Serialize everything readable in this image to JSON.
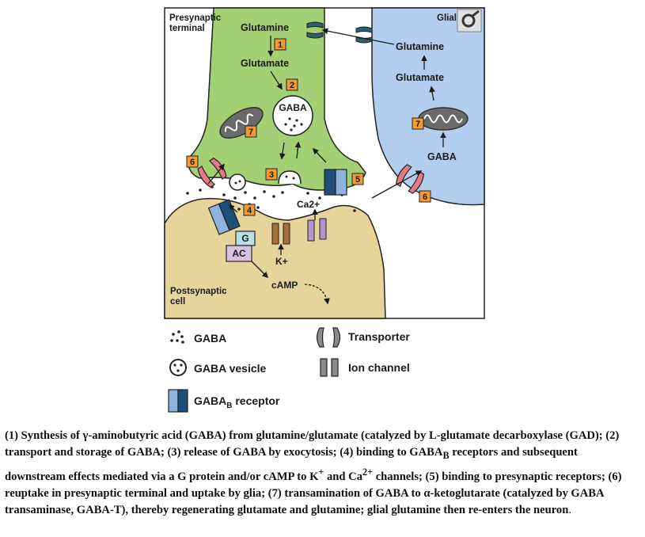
{
  "regions": {
    "presynaptic": "Presynaptic\nterminal",
    "glial": "Glial",
    "postsynaptic": "Postsynaptic\ncell"
  },
  "labels": {
    "glutamine_pre": "Glutamine",
    "glutamate_pre": "Glutamate",
    "gaba_vesicle": "GABA",
    "glutamine_glia": "Glutamine",
    "glutamate_glia": "Glutamate",
    "gaba_glia": "GABA",
    "ca": "Ca2+",
    "k": "K+",
    "g": "G",
    "ac": "AC",
    "camp": "cAMP"
  },
  "steps": [
    "1",
    "2",
    "3",
    "4",
    "5",
    "6",
    "7"
  ],
  "legend": {
    "gaba": "GABA",
    "gaba_vesicle": "GABA vesicle",
    "gabab_receptor_prefix": "GABA",
    "gabab_receptor_sub": "B",
    "gabab_receptor_suffix": " receptor",
    "transporter": "Transporter",
    "ion_channel": "Ion channel"
  },
  "caption": {
    "p1": "(1) Synthesis of γ-aminobutyric acid (GABA) from glutamine/glutamate (catalyzed by ",
    "lsc": "L",
    "p2": "-glutamate decarboxylase (GAD); (2) transport and storage of GABA; (3) release of GABA by exocytosis; (4) binding to GABA",
    "sub_b1": "B",
    "p3": " receptors and subsequent downstream effects mediated via a G protein and/or cAMP to K",
    "sup_plus": "+",
    "p4": " and Ca",
    "sup_2plus": "2+",
    "p5": " channels; (5) binding to presynaptic receptors; (6) reuptake in presynaptic terminal and uptake by glia; (7) transamination of GABA to α-ketoglutarate (catalyzed by GABA transaminase, GABA-T), thereby regenerating glutamate and glutamine; glial glutamine then re-enters the neuron",
    "p6": "."
  },
  "colors": {
    "presynaptic": "#a3cf75",
    "glial": "#b3cdee",
    "postsynaptic": "#e6d49a",
    "step_box": "#f39a32",
    "transporter": "#e37b84",
    "transporter_glia": "#2c5f72",
    "receptor_dark": "#1f4e7a",
    "receptor_light": "#8fb4dc",
    "k_channel": "#a3703a",
    "ca_channel": "#b692cf",
    "g_protein": "#b9dfe5",
    "ac": "#d7c2e2",
    "mito": "#6a6a6a"
  }
}
